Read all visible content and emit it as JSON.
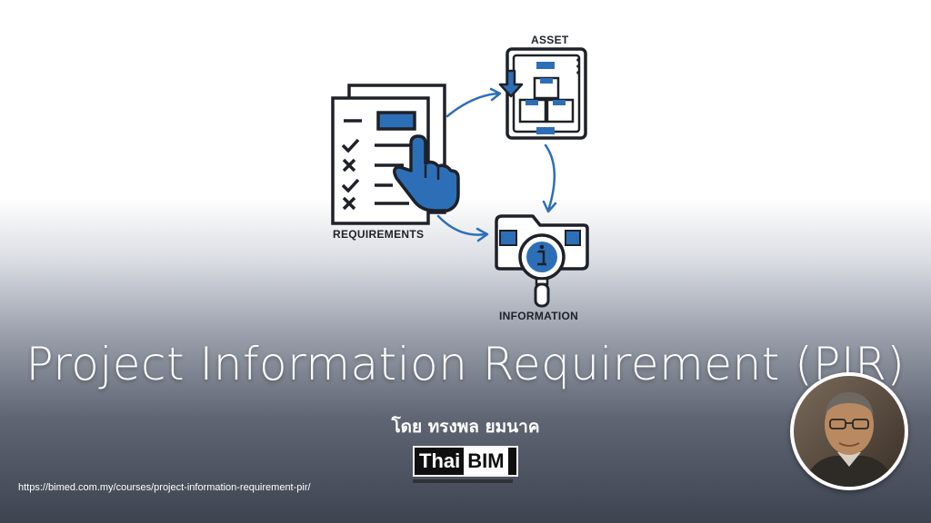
{
  "diagram": {
    "labels": {
      "asset": "ASSET",
      "requirements": "REQUIREMENTS",
      "information": "INFORMATION"
    },
    "icons": [
      "checklist-document-icon",
      "pointing-hand-icon",
      "cabinet-icon",
      "folder-search-icon"
    ],
    "accent_color": "#2d6fb7",
    "outline_color": "#1e2128"
  },
  "title": "Project Information Requirement (PIR)",
  "subtitle": "โดย ทรงพล ยมนาค",
  "logo": {
    "left_text": "Thai",
    "right_text": "BIM"
  },
  "url": "https://bimed.com.my/courses/project-information-requirement-pir/"
}
